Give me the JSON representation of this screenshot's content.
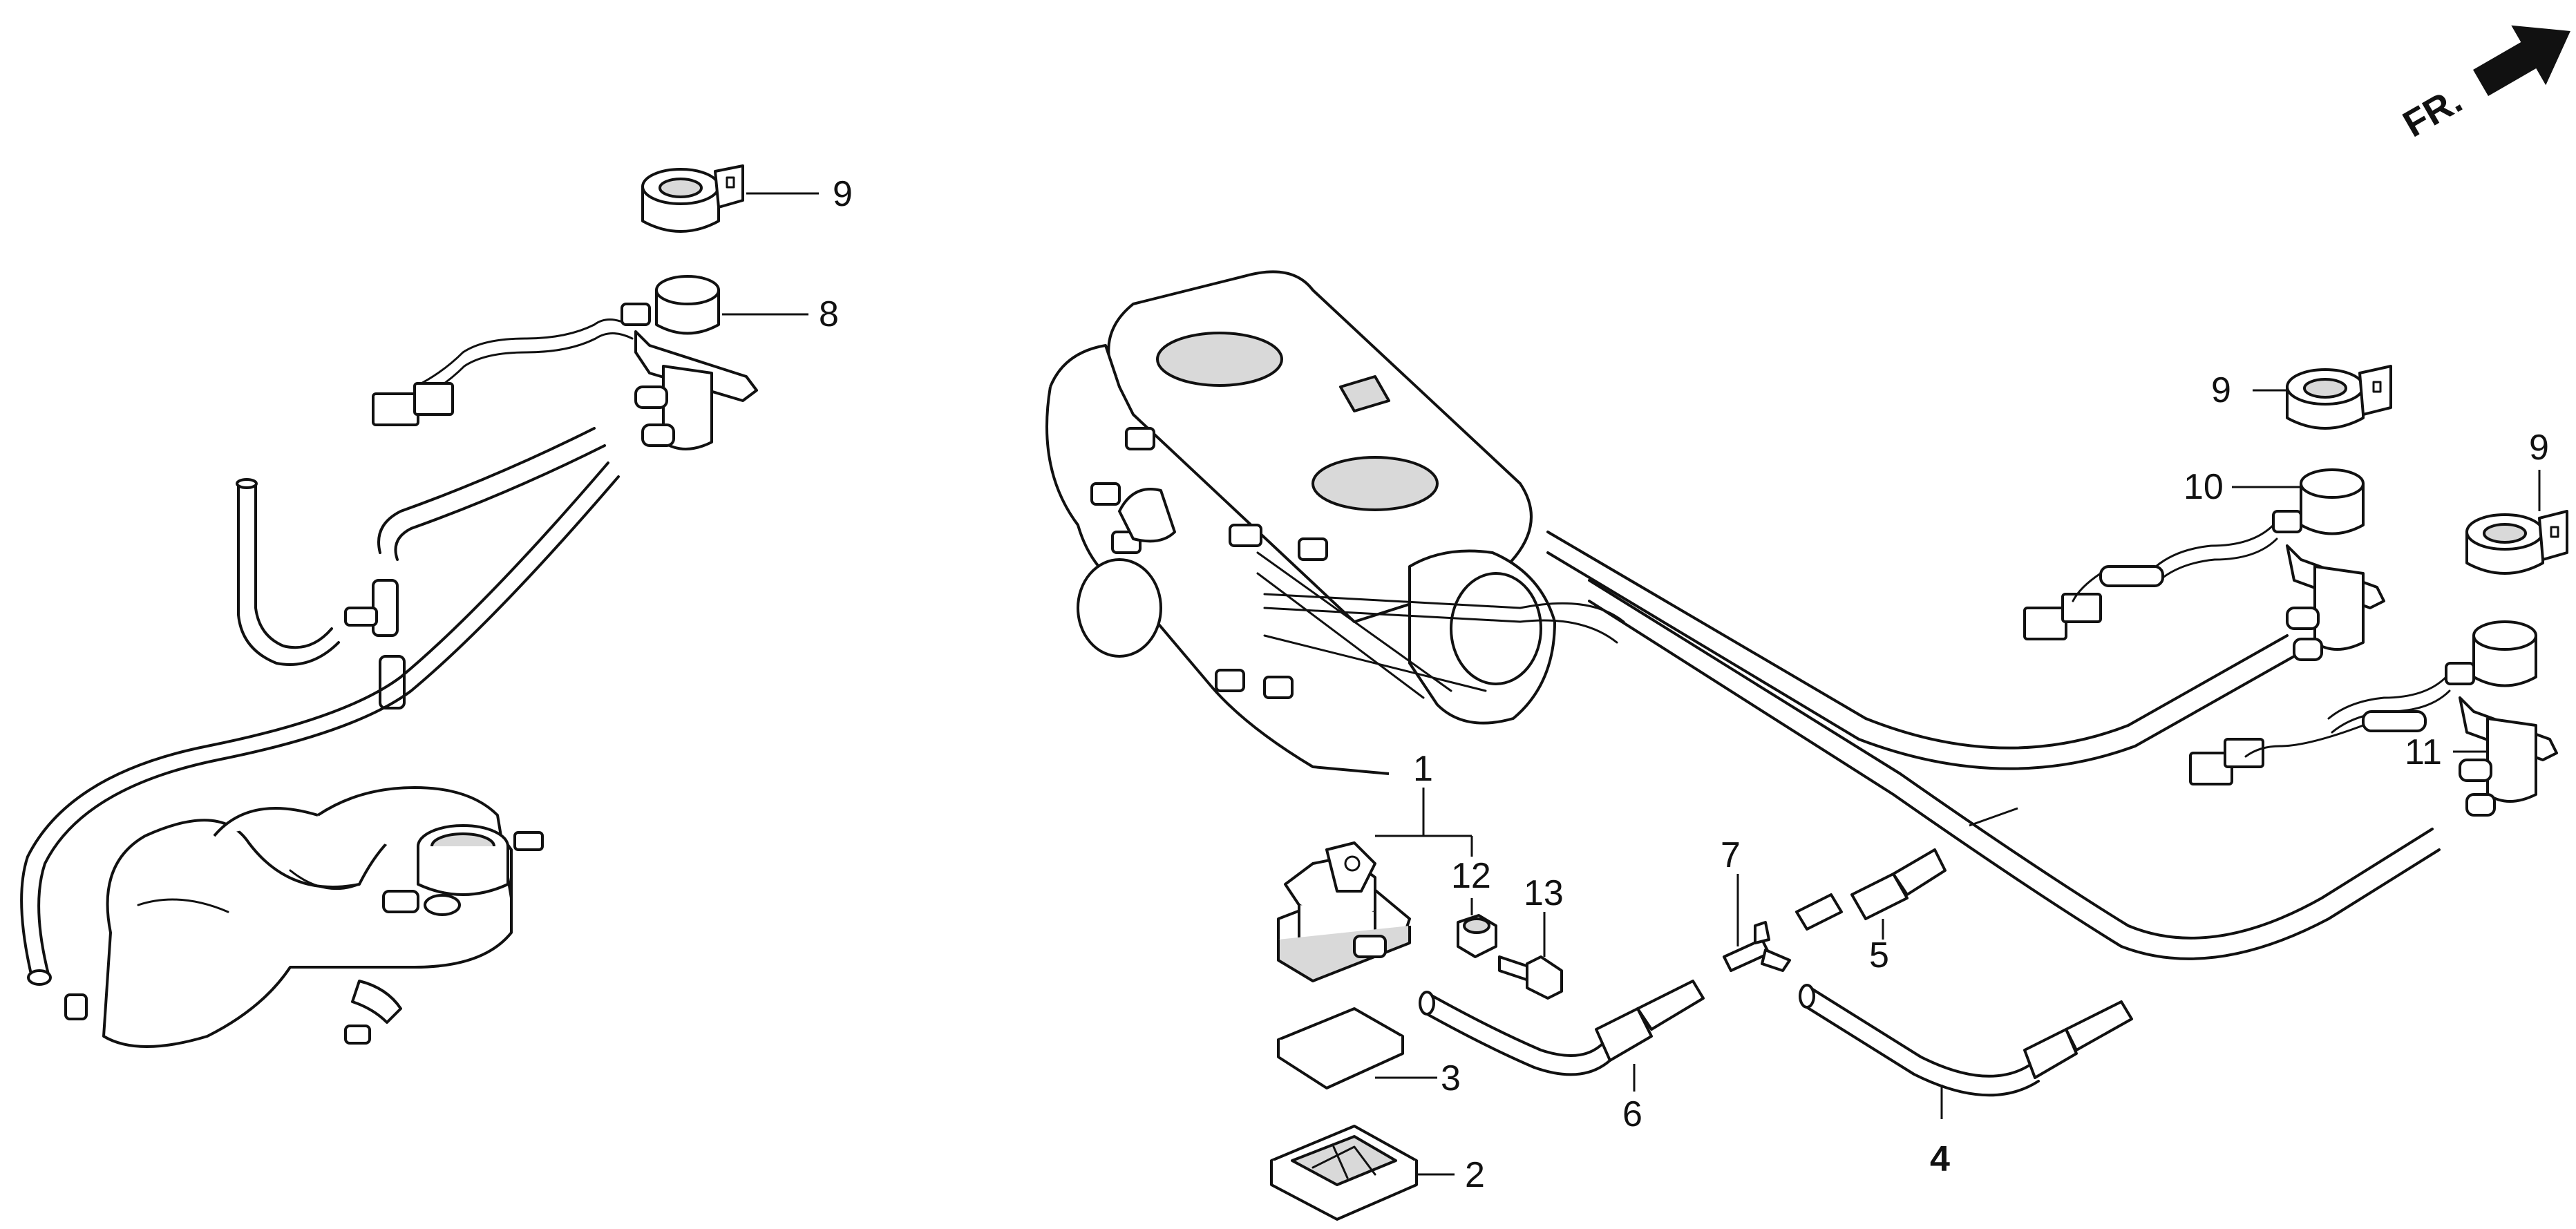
{
  "diagram": {
    "orientation_label": "FR.",
    "callouts": [
      "1",
      "2",
      "3",
      "4",
      "5",
      "6",
      "7",
      "8",
      "9",
      "10",
      "11",
      "12",
      "13"
    ],
    "repeated_callout": "9"
  }
}
